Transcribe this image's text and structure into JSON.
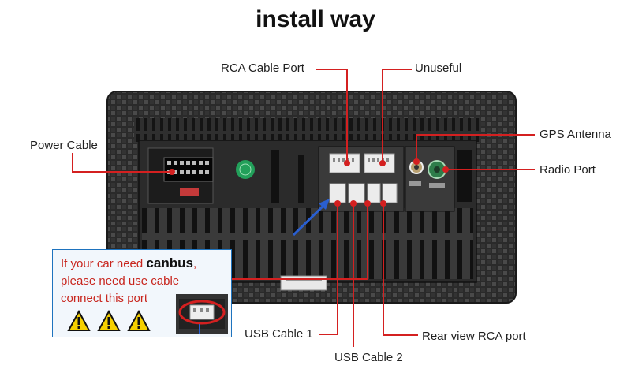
{
  "title": "install way",
  "labels": {
    "rca_cable_port": "RCA Cable Port",
    "unuseful": "Unuseful",
    "power_cable": "Power Cable",
    "gps_antenna": "GPS Antenna",
    "radio_port": "Radio Port",
    "usb_cable_1": "USB Cable 1",
    "usb_cable_2": "USB Cable 2",
    "rear_view_rca": "Rear view RCA port"
  },
  "note": {
    "line1_prefix": "If your car need ",
    "line1_bold": "canbus",
    "line1_suffix": ",",
    "line2": "please need use cable",
    "line3": "connect this port"
  },
  "colors": {
    "callout": "#d42020",
    "note_border": "#1e73be",
    "arrow": "#2a5fd0",
    "warning": "#f5d000"
  },
  "icons": [
    "warning-icon",
    "warning-icon",
    "warning-icon"
  ]
}
